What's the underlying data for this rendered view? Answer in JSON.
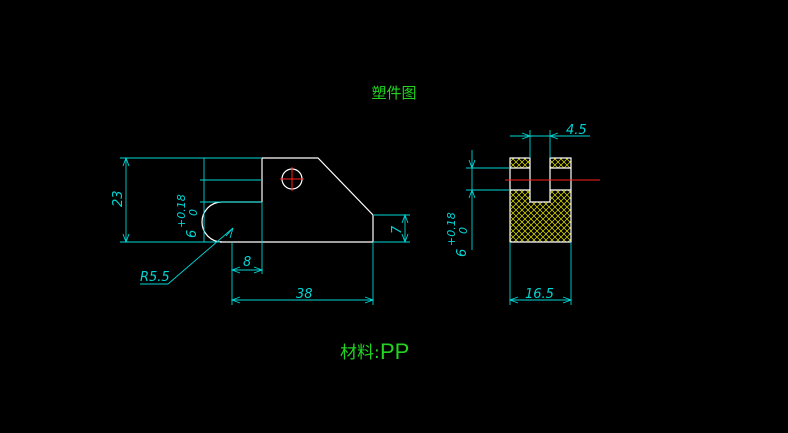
{
  "drawing": {
    "title": "塑件图",
    "material_label": "材料:",
    "material_value": "PP"
  },
  "dimensions": {
    "overall_height": "23",
    "slot_width_tol_left": "6",
    "tol_upper_left": "+0.18",
    "tol_lower_left": "0",
    "radius": "R5.5",
    "slot_depth": "8",
    "overall_length": "38",
    "end_height": "7",
    "top_gap": "4.5",
    "slot_width_tol_right": "6",
    "tol_upper_right": "+0.18",
    "tol_lower_right": "0",
    "section_width": "16.5"
  },
  "colors": {
    "background": "#000000",
    "outline": "#ffffff",
    "dimension": "#00d6d6",
    "hatch": "#e6e600",
    "center_mark": "#ff2020",
    "text": "#21d421"
  }
}
